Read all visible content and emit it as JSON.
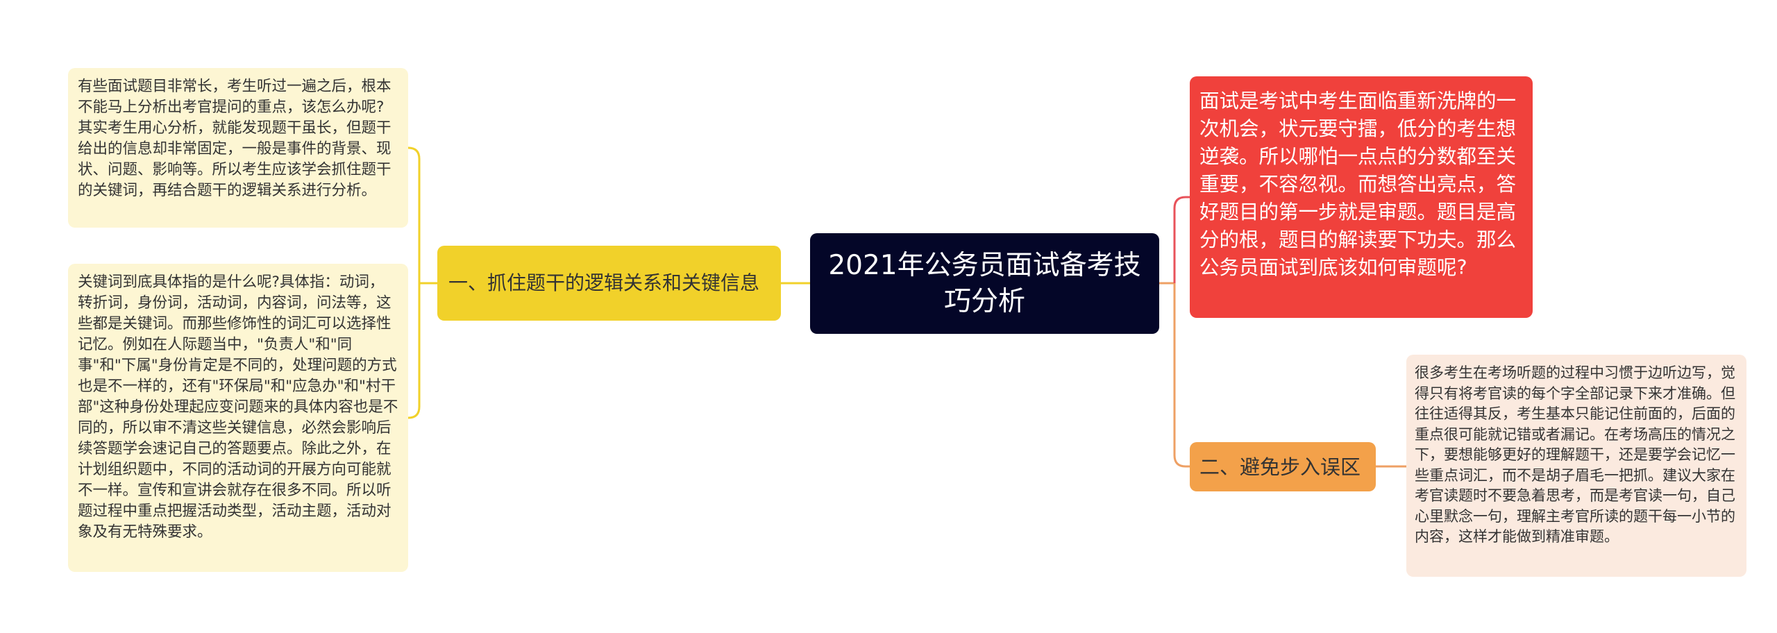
{
  "mindmap": {
    "center": {
      "label": "2021年公务员面试备考技巧分析"
    },
    "branch_logic": {
      "label": "一、抓住题干的逻辑关系和关键信息"
    },
    "leaf_logic_1": {
      "text": "有些面试题目非常长，考生听过一遍之后，根本不能马上分析出考官提问的重点，该怎么办呢?其实考生用心分析，就能发现题干虽长，但题干给出的信息却非常固定，一般是事件的背景、现状、问题、影响等。所以考生应该学会抓住题干的关键词，再结合题干的逻辑关系进行分析。"
    },
    "leaf_logic_2": {
      "text": "关键词到底具体指的是什么呢?具体指：动词，转折词，身份词，活动词，内容词，问法等，这些都是关键词。而那些修饰性的词汇可以选择性记忆。例如在人际题当中，\"负责人\"和\"同事\"和\"下属\"身份肯定是不同的，处理问题的方式也是不一样的，还有\"环保局\"和\"应急办\"和\"村干部\"这种身份处理起应变问题来的具体内容也是不同的，所以审不清这些关键信息，必然会影响后续答题学会速记自己的答题要点。除此之外，在计划组织题中，不同的活动词的开展方向可能就不一样。宣传和宣讲会就存在很多不同。所以听题过程中重点把握活动类型，活动主题，活动对象及有无特殊要求。"
    },
    "intro_node": {
      "text": "面试是考试中考生面临重新洗牌的一次机会，状元要守擂，低分的考生想逆袭。所以哪怕一点点的分数都至关重要，不容忽视。而想答出亮点，答好题目的第一步就是审题。题目是高分的根，题目的解读要下功夫。那么公务员面试到底该如何审题呢?"
    },
    "branch_avoid": {
      "label": "二、避免步入误区"
    },
    "leaf_avoid": {
      "text": "很多考生在考场听题的过程中习惯于边听边写，觉得只有将考官读的每个字全部记录下来才准确。但往往适得其反，考生基本只能记住前面的，后面的重点很可能就记错或者漏记。在考场高压的情况之下，要想能够更好的理解题干，还是要学会记忆一些重点词汇，而不是胡子眉毛一把抓。建议大家在考官读题时不要急着思考，而是考官读一句，自己心里默念一句，理解主考官所读的题干每一小节的内容，这样才能做到精准审题。"
    }
  },
  "colors": {
    "center_bg": "#040628",
    "branch_yellow": "#f1d12a",
    "leaf_yellow": "#fdf6d3",
    "intro_red": "#f0413c",
    "branch_orange": "#f3a14a",
    "leaf_peach": "#fbeadf",
    "link_yellow": "#f1d12a",
    "link_orange": "#eea064",
    "link_red": "#e8525a"
  }
}
